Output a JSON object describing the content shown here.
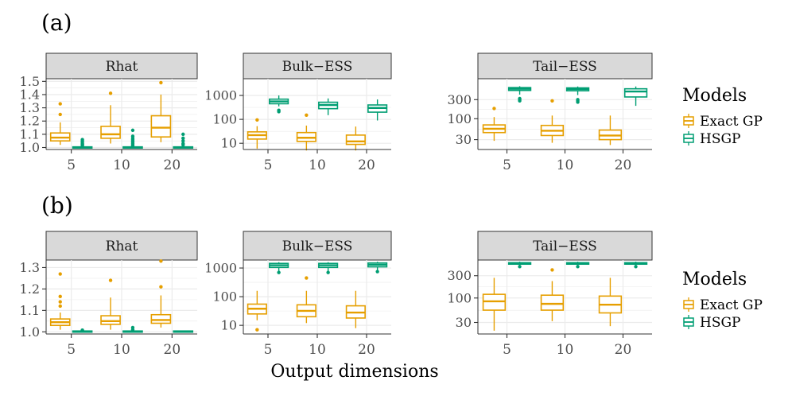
{
  "figure": {
    "xlabel": "Output dimensions",
    "legend": {
      "title": "Models",
      "entries": [
        {
          "name": "Exact GP",
          "color": "#E69F00"
        },
        {
          "name": "HSGP",
          "color": "#009E73"
        }
      ]
    }
  },
  "colors": {
    "exact": "#E69F00",
    "hsgp": "#009E73",
    "strip": "#D9D9D9",
    "grid": "#EBEBEB"
  },
  "chart_data": [
    {
      "row_label": "(a)",
      "panel": "Rhat",
      "type": "box",
      "scale": "linear",
      "categories": [
        "5",
        "10",
        "20"
      ],
      "ylim": [
        0.985,
        1.52
      ],
      "yticks": [
        1.0,
        1.1,
        1.2,
        1.3,
        1.4,
        1.5
      ],
      "ytick_labels": [
        "1.0",
        "1.1",
        "1.2",
        "1.3",
        "1.4",
        "1.5"
      ],
      "series": [
        {
          "name": "Exact GP",
          "boxes": [
            {
              "min": 1.02,
              "q1": 1.05,
              "median": 1.075,
              "q3": 1.11,
              "max": 1.19,
              "outliers": [
                1.25,
                1.33
              ]
            },
            {
              "min": 1.03,
              "q1": 1.07,
              "median": 1.1,
              "q3": 1.16,
              "max": 1.32,
              "outliers": [
                1.41
              ]
            },
            {
              "min": 1.04,
              "q1": 1.08,
              "median": 1.15,
              "q3": 1.24,
              "max": 1.4,
              "outliers": [
                1.49
              ]
            }
          ]
        },
        {
          "name": "HSGP",
          "boxes": [
            {
              "min": 1.0,
              "q1": 1.0,
              "median": 1.002,
              "q3": 1.005,
              "max": 1.01,
              "outliers": [
                1.015,
                1.02,
                1.025,
                1.03,
                1.04,
                1.05,
                1.06
              ]
            },
            {
              "min": 1.0,
              "q1": 1.0,
              "median": 1.002,
              "q3": 1.005,
              "max": 1.01,
              "outliers": [
                1.015,
                1.02,
                1.03,
                1.04,
                1.05,
                1.06,
                1.07,
                1.085,
                1.13
              ]
            },
            {
              "min": 1.0,
              "q1": 1.0,
              "median": 1.002,
              "q3": 1.005,
              "max": 1.01,
              "outliers": [
                1.02,
                1.03,
                1.05,
                1.07,
                1.1
              ]
            }
          ]
        }
      ]
    },
    {
      "row_label": "(a)",
      "panel": "Bulk−ESS",
      "type": "box",
      "scale": "log10",
      "categories": [
        "5",
        "10",
        "20"
      ],
      "ylim": [
        5.5,
        5000
      ],
      "yticks": [
        10,
        100,
        1000
      ],
      "ytick_labels": [
        "10",
        "100",
        "1000"
      ],
      "series": [
        {
          "name": "Exact GP",
          "boxes": [
            {
              "min": 6,
              "q1": 15,
              "median": 22,
              "q3": 30,
              "max": 52,
              "outliers": [
                95
              ]
            },
            {
              "min": 5,
              "q1": 12,
              "median": 17,
              "q3": 28,
              "max": 55,
              "outliers": [
                150
              ]
            },
            {
              "min": 5,
              "q1": 9,
              "median": 12,
              "q3": 22,
              "max": 50,
              "outliers": []
            }
          ]
        },
        {
          "name": "HSGP",
          "boxes": [
            {
              "min": 350,
              "q1": 450,
              "median": 560,
              "q3": 700,
              "max": 1000,
              "outliers": [
                240,
                210
              ]
            },
            {
              "min": 150,
              "q1": 280,
              "median": 400,
              "q3": 520,
              "max": 750,
              "outliers": []
            },
            {
              "min": 90,
              "q1": 200,
              "median": 300,
              "q3": 400,
              "max": 680,
              "outliers": []
            }
          ]
        }
      ]
    },
    {
      "row_label": "(a)",
      "panel": "Tail−ESS",
      "type": "box",
      "scale": "log10",
      "categories": [
        "5",
        "10",
        "20"
      ],
      "ylim": [
        17,
        1000
      ],
      "yticks": [
        30,
        100,
        300
      ],
      "ytick_labels": [
        "30",
        "100",
        "300"
      ],
      "series": [
        {
          "name": "Exact GP",
          "boxes": [
            {
              "min": 28,
              "q1": 45,
              "median": 56,
              "q3": 70,
              "max": 110,
              "outliers": [
                180
              ]
            },
            {
              "min": 25,
              "q1": 38,
              "median": 50,
              "q3": 68,
              "max": 120,
              "outliers": [
                280
              ]
            },
            {
              "min": 22,
              "q1": 30,
              "median": 38,
              "q3": 52,
              "max": 120,
              "outliers": []
            }
          ]
        },
        {
          "name": "HSGP",
          "boxes": [
            {
              "min": 400,
              "q1": 510,
              "median": 560,
              "q3": 600,
              "max": 650,
              "outliers": [
                320,
                300,
                280
              ]
            },
            {
              "min": 390,
              "q1": 500,
              "median": 550,
              "q3": 590,
              "max": 640,
              "outliers": [
                300,
                280,
                260
              ]
            },
            {
              "min": 210,
              "q1": 350,
              "median": 480,
              "q3": 560,
              "max": 640,
              "outliers": []
            }
          ]
        }
      ]
    },
    {
      "row_label": "(b)",
      "panel": "Rhat",
      "type": "box",
      "scale": "linear",
      "categories": [
        "5",
        "10",
        "20"
      ],
      "ylim": [
        0.99,
        1.335
      ],
      "yticks": [
        1.0,
        1.1,
        1.2,
        1.3
      ],
      "ytick_labels": [
        "1.0",
        "1.1",
        "1.2",
        "1.3"
      ],
      "series": [
        {
          "name": "Exact GP",
          "boxes": [
            {
              "min": 1.01,
              "q1": 1.03,
              "median": 1.045,
              "q3": 1.06,
              "max": 1.09,
              "outliers": [
                1.12,
                1.14,
                1.165,
                1.27
              ]
            },
            {
              "min": 1.01,
              "q1": 1.035,
              "median": 1.05,
              "q3": 1.075,
              "max": 1.16,
              "outliers": [
                1.24
              ]
            },
            {
              "min": 1.02,
              "q1": 1.04,
              "median": 1.055,
              "q3": 1.08,
              "max": 1.17,
              "outliers": [
                1.21,
                1.33
              ]
            }
          ]
        },
        {
          "name": "HSGP",
          "boxes": [
            {
              "min": 1.0,
              "q1": 1.0,
              "median": 1.002,
              "q3": 1.004,
              "max": 1.006,
              "outliers": [
                1.008
              ]
            },
            {
              "min": 1.0,
              "q1": 1.0,
              "median": 1.002,
              "q3": 1.004,
              "max": 1.008,
              "outliers": [
                1.01,
                1.02
              ]
            },
            {
              "min": 1.0,
              "q1": 1.0,
              "median": 1.002,
              "q3": 1.004,
              "max": 1.006,
              "outliers": []
            }
          ]
        }
      ]
    },
    {
      "row_label": "(b)",
      "panel": "Bulk−ESS",
      "type": "box",
      "scale": "log10",
      "categories": [
        "5",
        "10",
        "20"
      ],
      "ylim": [
        5,
        1900
      ],
      "yticks": [
        10,
        100,
        1000
      ],
      "ytick_labels": [
        "10",
        "100",
        "1000"
      ],
      "series": [
        {
          "name": "Exact GP",
          "boxes": [
            {
              "min": 15,
              "q1": 25,
              "median": 38,
              "q3": 55,
              "max": 160,
              "outliers": [
                7
              ]
            },
            {
              "min": 12,
              "q1": 20,
              "median": 32,
              "q3": 52,
              "max": 160,
              "outliers": [
                450
              ]
            },
            {
              "min": 8,
              "q1": 18,
              "median": 28,
              "q3": 48,
              "max": 160,
              "outliers": []
            }
          ]
        },
        {
          "name": "HSGP",
          "boxes": [
            {
              "min": 800,
              "q1": 1050,
              "median": 1250,
              "q3": 1450,
              "max": 1600,
              "outliers": [
                700
              ]
            },
            {
              "min": 800,
              "q1": 1050,
              "median": 1250,
              "q3": 1450,
              "max": 1600,
              "outliers": [
                700
              ]
            },
            {
              "min": 800,
              "q1": 1100,
              "median": 1300,
              "q3": 1500,
              "max": 1650,
              "outliers": [
                750
              ]
            }
          ]
        }
      ]
    },
    {
      "row_label": "(b)",
      "panel": "Tail−ESS",
      "type": "box",
      "scale": "log10",
      "categories": [
        "5",
        "10",
        "20"
      ],
      "ylim": [
        17,
        650
      ],
      "yticks": [
        30,
        100,
        300
      ],
      "ytick_labels": [
        "30",
        "100",
        "300"
      ],
      "series": [
        {
          "name": "Exact GP",
          "boxes": [
            {
              "min": 20,
              "q1": 55,
              "median": 85,
              "q3": 120,
              "max": 270,
              "outliers": []
            },
            {
              "min": 32,
              "q1": 55,
              "median": 75,
              "q3": 115,
              "max": 230,
              "outliers": [
                400
              ]
            },
            {
              "min": 25,
              "q1": 48,
              "median": 72,
              "q3": 110,
              "max": 270,
              "outliers": []
            }
          ]
        },
        {
          "name": "HSGP",
          "boxes": [
            {
              "min": 490,
              "q1": 530,
              "median": 550,
              "q3": 570,
              "max": 600,
              "outliers": [
                470
              ]
            },
            {
              "min": 490,
              "q1": 530,
              "median": 550,
              "q3": 570,
              "max": 600,
              "outliers": [
                470
              ]
            },
            {
              "min": 490,
              "q1": 530,
              "median": 550,
              "q3": 570,
              "max": 600,
              "outliers": [
                470
              ]
            }
          ]
        }
      ]
    }
  ]
}
